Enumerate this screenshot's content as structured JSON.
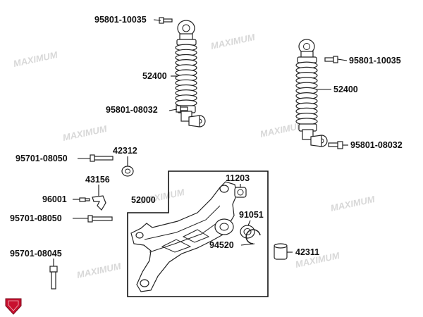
{
  "parts": {
    "bolt_upper_left": "95801-10035",
    "bolt_upper_right": "95801-10035",
    "shock_left": "52400",
    "shock_right": "52400",
    "bolt_lower_left": "95801-08032",
    "bolt_lower_right": "95801-08032",
    "bolt_a": "95701-08050",
    "bushing": "42312",
    "bracket": "43156",
    "screw": "96001",
    "bolt_b": "95701-08050",
    "bolt_c": "95701-08045",
    "arm": "52000",
    "bearing": "11203",
    "seal": "91051",
    "circlip": "94520",
    "sleeve": "42311"
  },
  "watermark": "MAXIMUM",
  "colors": {
    "logo_red": "#c8102e",
    "line": "#222222",
    "watermark": "#d8d8d8"
  }
}
